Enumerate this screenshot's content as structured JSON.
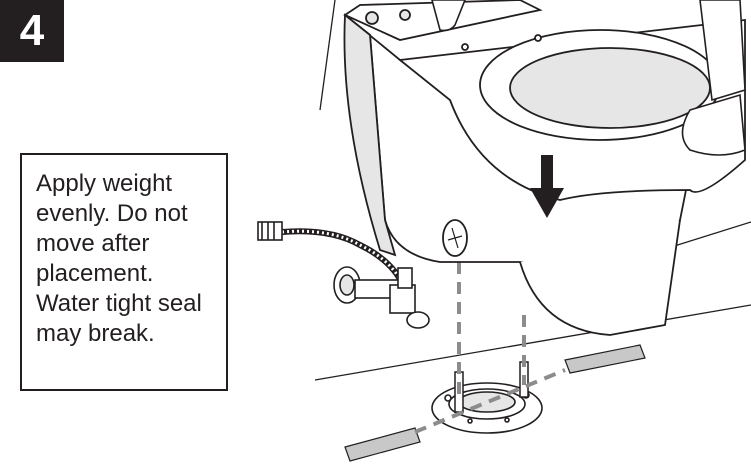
{
  "step": {
    "number": "4"
  },
  "note": {
    "lines": [
      "Apply weight",
      "evenly. Do not",
      "move after",
      "placement.",
      "Water tight seal",
      "may break."
    ]
  },
  "colors": {
    "ink": "#231f20",
    "dashed_guide": "#8c8c8c",
    "shading": "#e6e6e6",
    "tape": "#c8c8c8"
  }
}
